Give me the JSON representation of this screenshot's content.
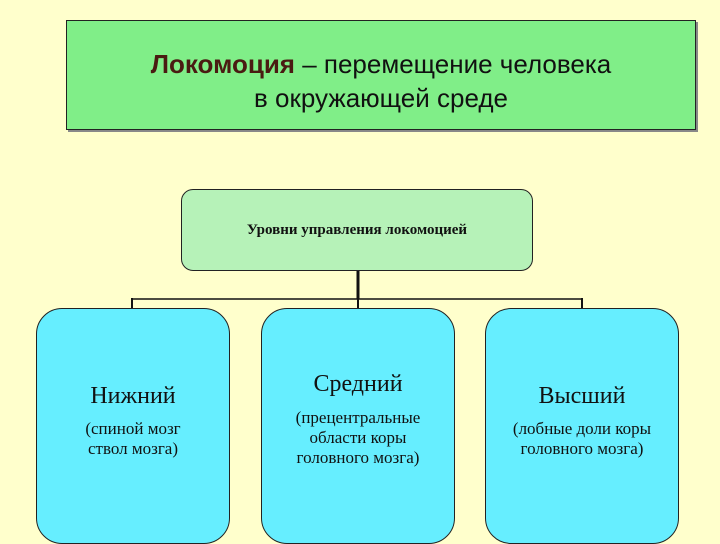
{
  "title": {
    "term": "Локомоция",
    "definition_line1": " – перемещение человека",
    "definition_line2": "в окружающей среде"
  },
  "root": {
    "label": "Уровни управления локомоцией"
  },
  "levels": [
    {
      "name": "Нижний",
      "description": "(спиной мозг\nствол мозга)"
    },
    {
      "name": "Средний",
      "description": "(прецентральные\nобласти коры\nголовного мозга)"
    },
    {
      "name": "Высший",
      "description": "(лобные доли коры\nголовного мозга)"
    }
  ],
  "colors": {
    "background": "#FFFFCC",
    "title_box": "#80EE88",
    "root_box": "#B6F2B8",
    "level_box": "#66EEFF"
  }
}
